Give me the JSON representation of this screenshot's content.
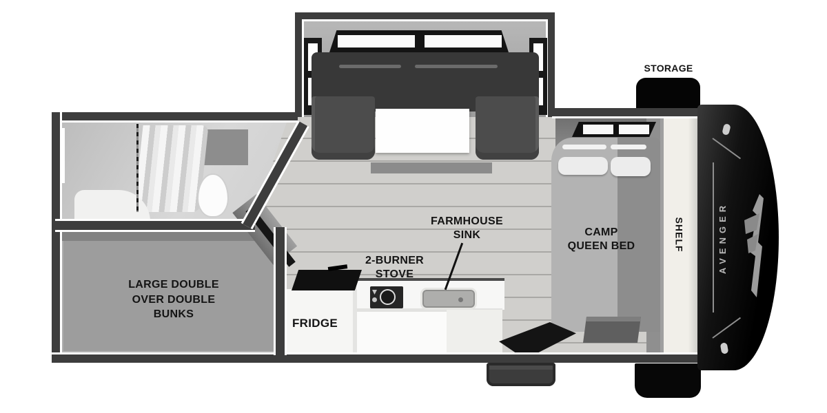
{
  "page": {
    "type": "RV floor plan diagram",
    "background": "#ffffff"
  },
  "brand": {
    "name": "AVENGER",
    "emblem_icon": "thunderbird-emblem-icon"
  },
  "labels": {
    "storage": "STORAGE",
    "shelf": "SHELF",
    "camp_queen_bed": {
      "line1": "CAMP",
      "line2": "QUEEN BED"
    },
    "farmhouse_sink": {
      "line1": "FARMHOUSE",
      "line2": "SINK"
    },
    "stove": {
      "line1": "2-BURNER",
      "line2": "STOVE"
    },
    "fridge": "FRIDGE",
    "bunks": {
      "line1": "LARGE DOUBLE",
      "line2": "OVER DOUBLE",
      "line3": "BUNKS"
    }
  },
  "colors": {
    "wall": "#3d3d3d",
    "floor": "#c8c7c4",
    "label_text": "#141414",
    "front_cap": "#0b0b0b",
    "cap_accent": "#8f8f8f",
    "brand_text": "#b9b9b9",
    "counter": "#f7f7f6",
    "storage_box": "#050505"
  },
  "icons": [
    "skylight-icon",
    "window-icon",
    "roof-vent-icon",
    "shower-curtain-icon",
    "toilet-icon",
    "sink-icon",
    "stove-burner-icon",
    "door-icon",
    "entry-step-icon",
    "marker-light-icon",
    "thunderbird-emblem-icon"
  ]
}
